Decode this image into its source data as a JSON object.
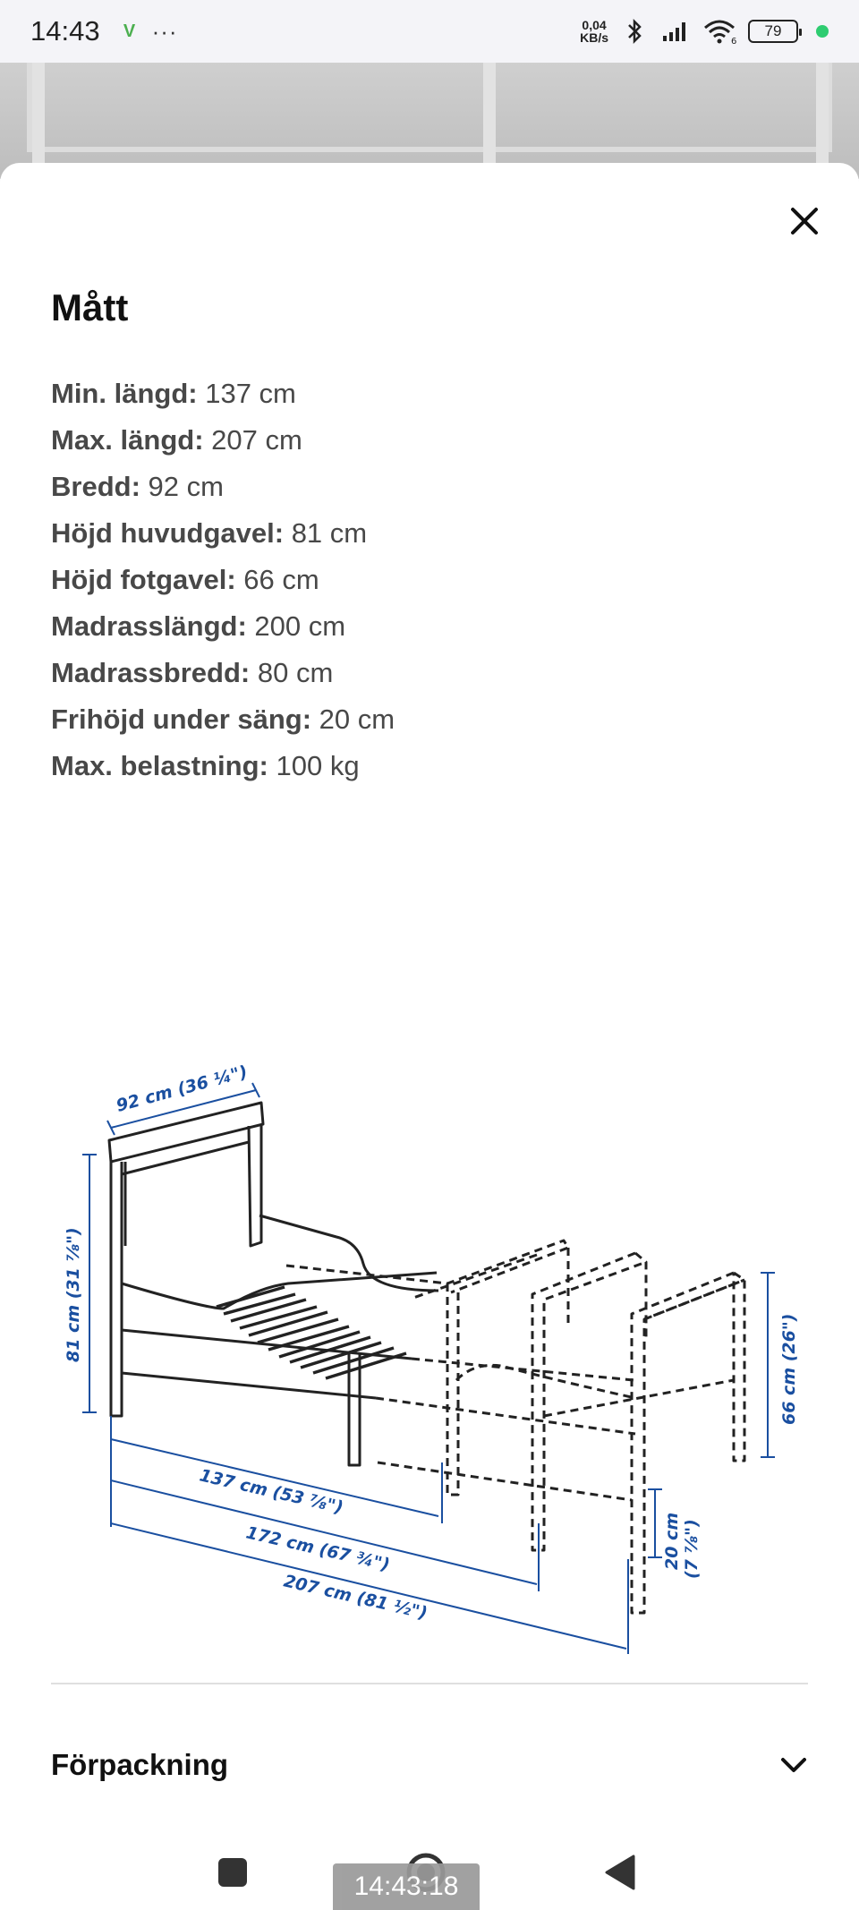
{
  "status_bar": {
    "time": "14:43",
    "app_badge": "V",
    "overflow": "···",
    "net_speed_value": "0,04",
    "net_speed_unit": "KB/s",
    "battery": "79",
    "network": "6"
  },
  "sheet": {
    "title": "Mått",
    "specs": [
      {
        "label": "Min. längd:",
        "value": " 137 cm"
      },
      {
        "label": "Max. längd:",
        "value": " 207 cm"
      },
      {
        "label": "Bredd:",
        "value": " 92 cm"
      },
      {
        "label": "Höjd huvudgavel:",
        "value": " 81 cm"
      },
      {
        "label": "Höjd fotgavel:",
        "value": " 66 cm"
      },
      {
        "label": "Madrasslängd:",
        "value": " 200 cm"
      },
      {
        "label": "Madrassbredd:",
        "value": " 80 cm"
      },
      {
        "label": "Frihöjd under säng:",
        "value": " 20 cm"
      },
      {
        "label": "Max. belastning:",
        "value": " 100 kg"
      }
    ],
    "diagram_labels": {
      "width": "92 cm (36 ¼\")",
      "head_height": "81 cm (31 ⅞\")",
      "foot_height": "66 cm (26\")",
      "len_min": "137 cm (53 ⅞\")",
      "len_mid": "172 cm (67 ¾\")",
      "len_max": "207 cm (81 ½\")",
      "clearance_cm": "20 cm",
      "clearance_in": "(7 ⅞\")"
    },
    "section": {
      "title": "Förpackning"
    }
  },
  "nav": {
    "timestamp": "14:43:18"
  },
  "colors": {
    "dimension_blue": "#1a4fa0",
    "line": "#222222"
  }
}
